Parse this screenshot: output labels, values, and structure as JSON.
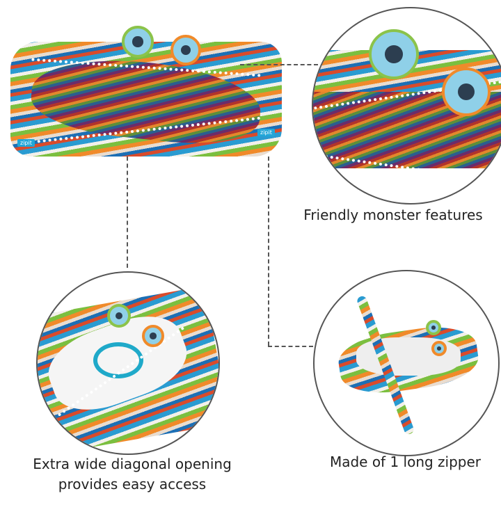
{
  "product": {
    "brand_tag": "zipit"
  },
  "features": [
    {
      "caption": "Friendly monster features"
    },
    {
      "caption_line1": "Extra wide diagonal opening",
      "caption_line2": "provides easy access"
    },
    {
      "caption": "Made of 1 long zipper"
    }
  ],
  "colors": {
    "outline": "#555555",
    "accent": "#22a6d8"
  }
}
